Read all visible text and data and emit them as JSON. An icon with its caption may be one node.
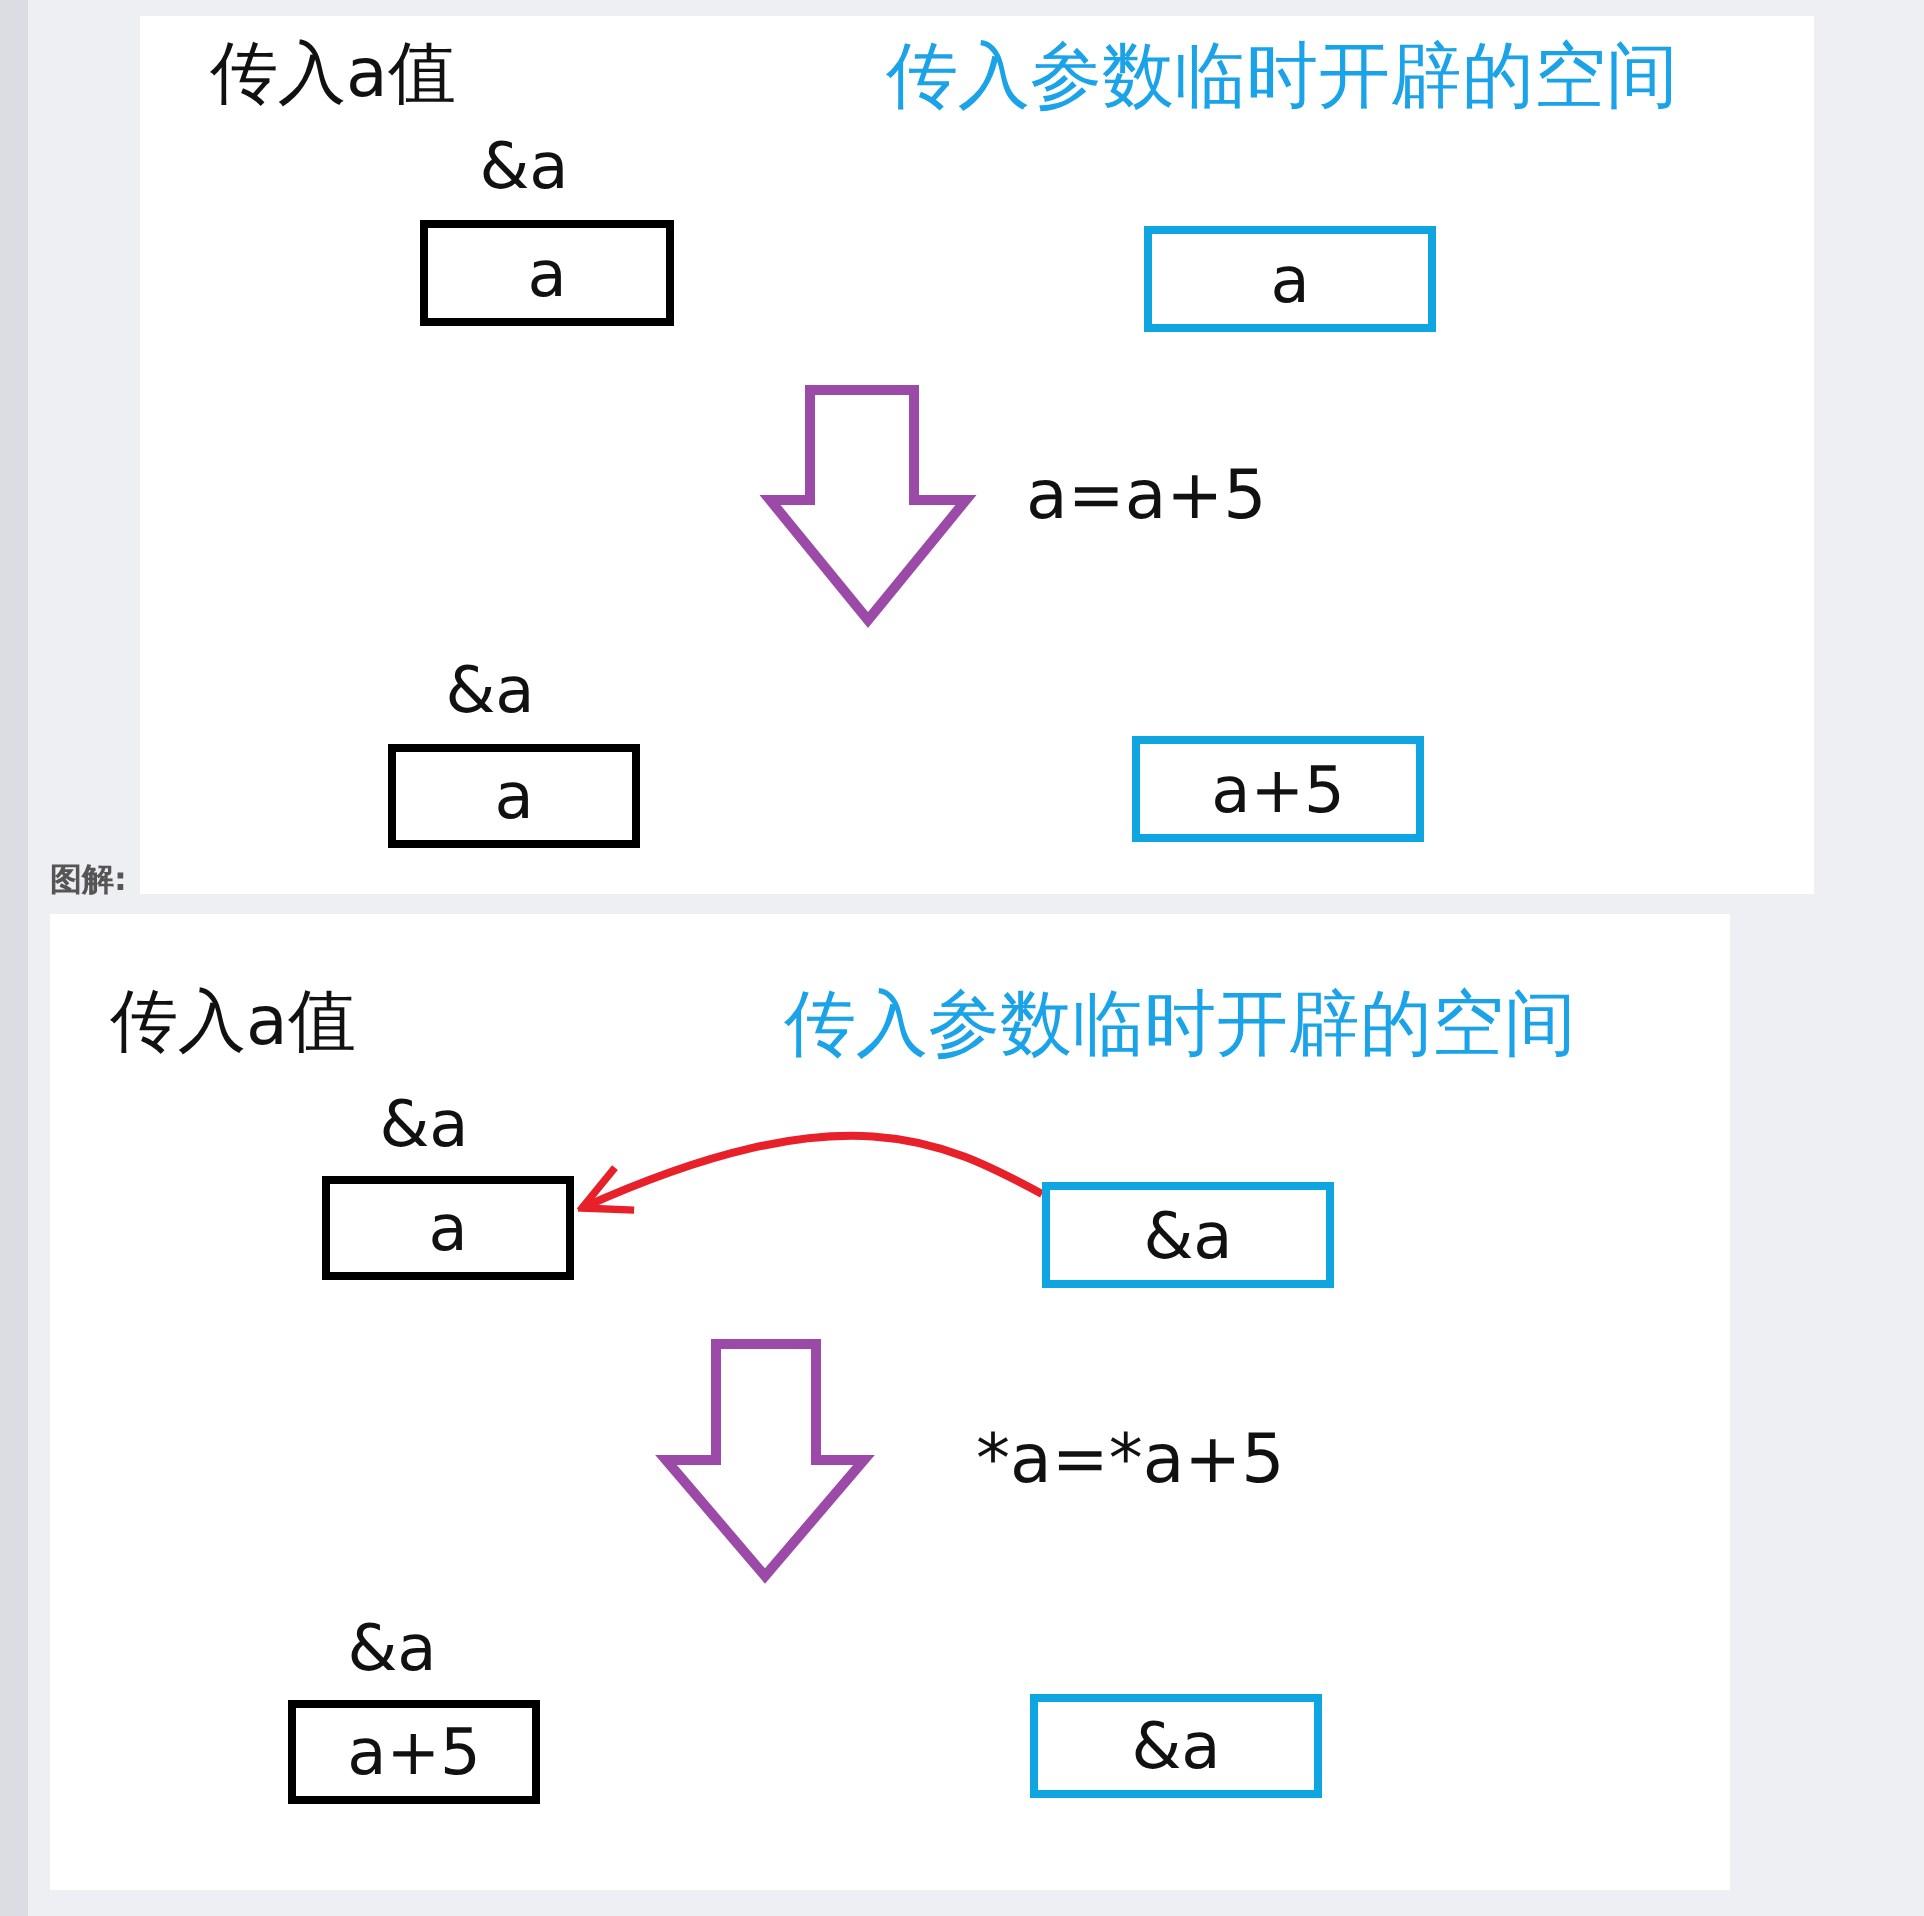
{
  "diagram": {
    "nodes": [
      {
        "text": [
          "a"
        ],
        "beside": [
          "&a"
        ]
      },
      {
        "text": [
          "a"
        ]
      },
      {
        "text": [
          "a"
        ],
        "beside": [
          "&a"
        ]
      },
      {
        "text": [
          "a+5"
        ]
      },
      {
        "text": [
          "a"
        ],
        "beside": [
          "&a"
        ]
      },
      {
        "text": [
          "&a"
        ]
      },
      {
        "text": [
          "a+5"
        ],
        "beside": [
          "&a"
        ]
      },
      {
        "text": [
          "&a"
        ]
      }
    ],
    "edges": [
      {
        "from": 5,
        "to": 4,
        "arrow": "to",
        "color": "#e8202a"
      }
    ],
    "labels": [
      "传入a值",
      "传入参数临时开辟的空间",
      "a=a+5",
      "图解:",
      "传入a值",
      "传入参数临时开辟的空间",
      "*a=*a+5"
    ]
  }
}
